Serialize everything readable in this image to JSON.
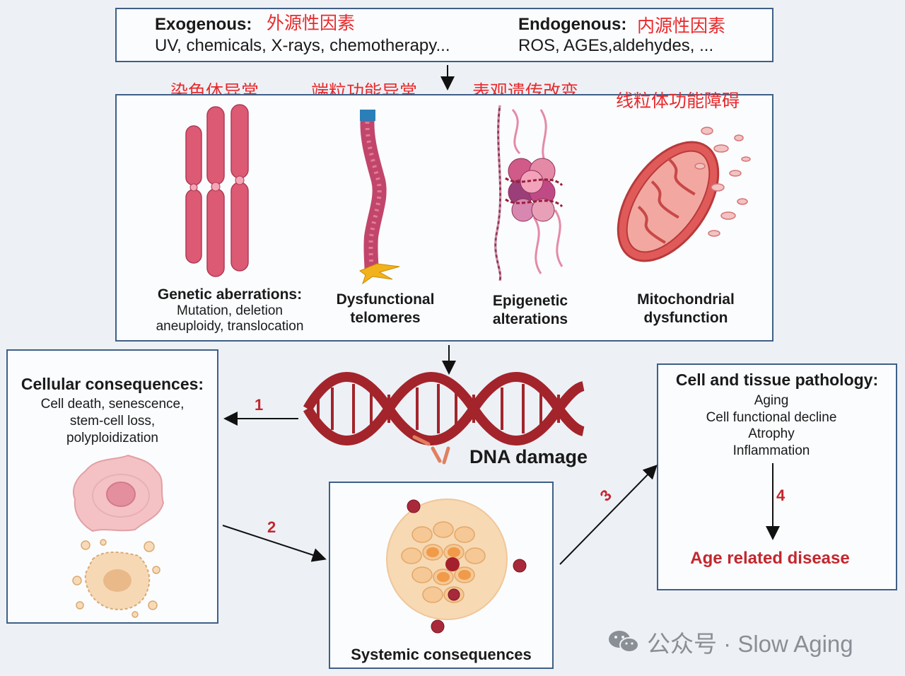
{
  "top_box": {
    "exogenous": {
      "label": "Exogenous:",
      "cn": "外源性因素",
      "items": "UV, chemicals, X-rays, chemotherapy..."
    },
    "endogenous": {
      "label": "Endogenous:",
      "cn": "内源性因素",
      "items": "ROS, AGEs,aldehydes,  ..."
    }
  },
  "panels": {
    "genetic": {
      "cn": "染色体异常",
      "title": "Genetic aberrations",
      "colon": ":",
      "line1": "Mutation, deletion",
      "line2": "aneuploidy, translocation"
    },
    "telomeres": {
      "cn": "端粒功能异常",
      "title1": "Dysfunctional",
      "title2": "telomeres"
    },
    "epigenetic": {
      "cn": "表观遗传改变",
      "title1": "Epigenetic",
      "title2": "alterations"
    },
    "mito": {
      "cn": "线粒体功能障碍",
      "title1": "Mitochondrial",
      "title2": "dysfunction"
    }
  },
  "dna": {
    "label": "DNA damage"
  },
  "cellular": {
    "title": "Cellular consequences:",
    "line1": "Cell death, senescence,",
    "line2": "stem-cell loss,",
    "line3": "polyploidization"
  },
  "systemic": {
    "title": "Systemic consequences"
  },
  "pathology": {
    "title": "Cell and tissue pathology:",
    "items": [
      "Aging",
      "Cell functional decline",
      "Atrophy",
      "Inflammation"
    ],
    "disease": "Age related disease"
  },
  "arrows": {
    "a1": "1",
    "a2": "2",
    "a3": "3",
    "a4": "4"
  },
  "watermark": {
    "text": "公众号 · Slow Aging"
  },
  "colors": {
    "border": "#3f5f86",
    "chinese_label": "#e8292b",
    "dna": "#a3242b",
    "disease": "#c2272d"
  }
}
